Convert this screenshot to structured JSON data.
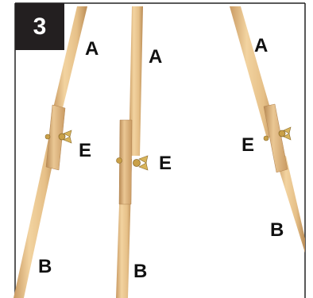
{
  "step_number": "3",
  "labels": {
    "a_left": "A",
    "a_middle": "A",
    "a_right": "A",
    "e_left": "E",
    "e_middle": "E",
    "e_right": "E",
    "b_left": "B",
    "b_middle": "B",
    "b_right": "B"
  },
  "colors": {
    "wood_light": "#f0cf9a",
    "wood_mid": "#ddb37a",
    "wood_dark": "#b98b55",
    "brass": "#c9a048",
    "frame_line": "#222222",
    "badge_bg": "#231f20"
  }
}
